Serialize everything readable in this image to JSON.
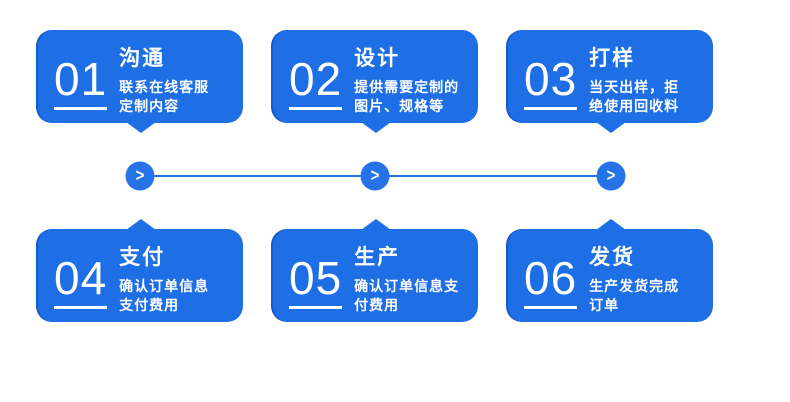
{
  "colors": {
    "card_blue": "#1E6EE6",
    "card_edge_blue": "#1459C9",
    "connector_blue": "#2673E8",
    "text_white": "#FFFFFF"
  },
  "steps": [
    {
      "number": "01",
      "title": "沟通",
      "desc_line1": "联系在线客服",
      "desc_line2": "定制内容"
    },
    {
      "number": "02",
      "title": "设计",
      "desc_line1": "提供需要定制的",
      "desc_line2": "图片、规格等"
    },
    {
      "number": "03",
      "title": "打样",
      "desc_line1": "当天出样，拒",
      "desc_line2": "绝使用回收料"
    },
    {
      "number": "04",
      "title": "支付",
      "desc_line1": "确认订单信息",
      "desc_line2": "支付费用"
    },
    {
      "number": "05",
      "title": "生产",
      "desc_line1": "确认订单信息支",
      "desc_line2": "付费用"
    },
    {
      "number": "06",
      "title": "发货",
      "desc_line1": "生产发货完成",
      "desc_line2": "订单"
    }
  ],
  "connector": {
    "arrow_glyph": ">"
  }
}
